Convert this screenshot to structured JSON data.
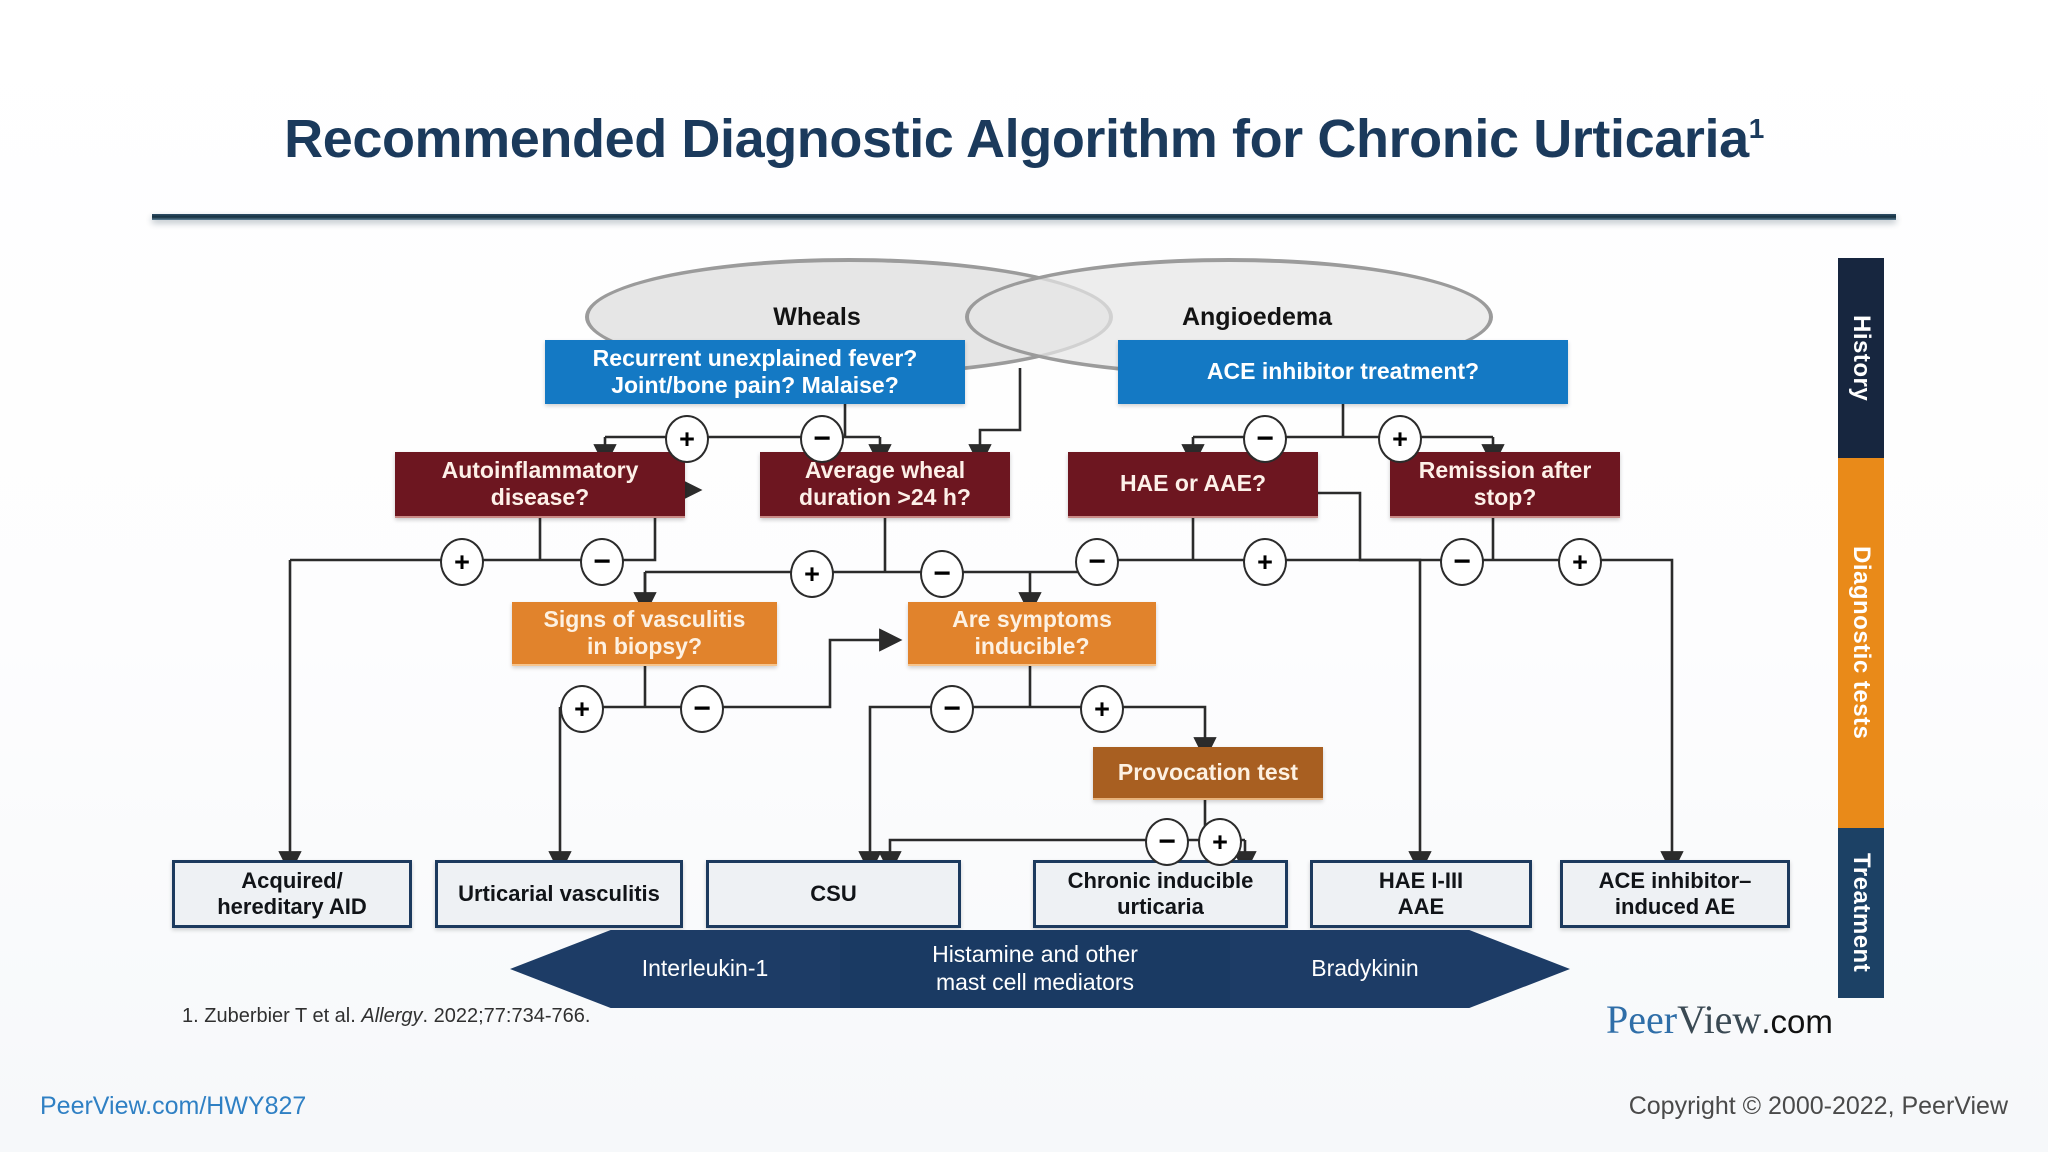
{
  "title": {
    "text": "Recommended Diagnostic Algorithm for Chronic Urticaria",
    "superscript": "1"
  },
  "ellipses": [
    {
      "id": "wheals",
      "label": "Wheals"
    },
    {
      "id": "angioedema",
      "label": "Angioedema"
    }
  ],
  "history_boxes": [
    {
      "id": "fever",
      "label": "Recurrent unexplained fever? Joint/bone pain? Malaise?",
      "line1": "Recurrent unexplained fever?",
      "line2": "Joint/bone pain? Malaise?",
      "color": "#1479c4"
    },
    {
      "id": "ace",
      "label": "ACE inhibitor treatment?",
      "color": "#1479c4"
    }
  ],
  "maroon_boxes": [
    {
      "id": "autoinflammatory",
      "line1": "Autoinflammatory",
      "line2": "disease?",
      "color": "#6d1620"
    },
    {
      "id": "wheal-duration",
      "line1": "Average wheal",
      "line2": "duration >24 h?",
      "color": "#6d1620"
    },
    {
      "id": "hae-aae",
      "line1": "HAE or AAE?",
      "line2": "",
      "color": "#6d1620"
    },
    {
      "id": "remission",
      "line1": "Remission after",
      "line2": "stop?",
      "color": "#6d1620"
    }
  ],
  "orange_boxes": [
    {
      "id": "vasculitis",
      "line1": "Signs of vasculitis",
      "line2": "in biopsy?",
      "color": "#e1832c"
    },
    {
      "id": "inducible",
      "line1": "Are symptoms",
      "line2": "inducible?",
      "color": "#e1832c"
    }
  ],
  "brown_boxes": [
    {
      "id": "provocation",
      "label": "Provocation test",
      "color": "#a85f21"
    }
  ],
  "outcomes": [
    {
      "id": "aid",
      "line1": "Acquired/",
      "line2": "hereditary AID"
    },
    {
      "id": "urticarial-vasculitis",
      "line1": "Urticarial vasculitis",
      "line2": ""
    },
    {
      "id": "csu",
      "line1": "CSU",
      "line2": ""
    },
    {
      "id": "chronic-inducible",
      "line1": "Chronic inducible",
      "line2": "urticaria"
    },
    {
      "id": "hae",
      "line1": "HAE I-III",
      "line2": "AAE"
    },
    {
      "id": "ace-ae",
      "line1": "ACE inhibitor–",
      "line2": "induced AE"
    }
  ],
  "signs": {
    "plus": "+",
    "minus": "−",
    "nodes": [
      {
        "id": "fever-plus",
        "sign": "+"
      },
      {
        "id": "fever-minus",
        "sign": "−"
      },
      {
        "id": "ace-minus",
        "sign": "−"
      },
      {
        "id": "ace-plus",
        "sign": "+"
      },
      {
        "id": "autoinflam-plus",
        "sign": "+"
      },
      {
        "id": "autoinflam-minus",
        "sign": "−"
      },
      {
        "id": "wheal-plus",
        "sign": "+"
      },
      {
        "id": "wheal-minus",
        "sign": "−"
      },
      {
        "id": "hae-minus",
        "sign": "−"
      },
      {
        "id": "hae-plus",
        "sign": "+"
      },
      {
        "id": "remission-minus",
        "sign": "−"
      },
      {
        "id": "remission-plus",
        "sign": "+"
      },
      {
        "id": "vasculitis-plus",
        "sign": "+"
      },
      {
        "id": "vasculitis-minus",
        "sign": "−"
      },
      {
        "id": "inducible-minus",
        "sign": "−"
      },
      {
        "id": "inducible-plus",
        "sign": "+"
      },
      {
        "id": "provocation-minus",
        "sign": "−"
      },
      {
        "id": "provocation-plus",
        "sign": "+"
      }
    ]
  },
  "rail": [
    {
      "id": "history",
      "label": "History",
      "color": "#17263f"
    },
    {
      "id": "diagnostic-tests",
      "label": "Diagnostic tests",
      "color": "#e98a19"
    },
    {
      "id": "treatment",
      "label": "Treatment",
      "color": "#1c4165"
    }
  ],
  "banner": {
    "segments": [
      {
        "id": "il1",
        "label": "Interleukin-1"
      },
      {
        "id": "histamine",
        "line1": "Histamine and other",
        "line2": "mast cell mediators"
      },
      {
        "id": "bradykinin",
        "label": "Bradykinin"
      }
    ],
    "color": "#1d3c66"
  },
  "footnote": {
    "prefix": "1. Zuberbier T et al. ",
    "journal": "Allergy",
    "suffix": ". 2022;77:734-766."
  },
  "logo": {
    "part1": "Peer",
    "part2": "View",
    "part3": ".com"
  },
  "footer": {
    "left": "PeerView.com/HWY827",
    "right": "Copyright © 2000-2022, PeerView"
  }
}
